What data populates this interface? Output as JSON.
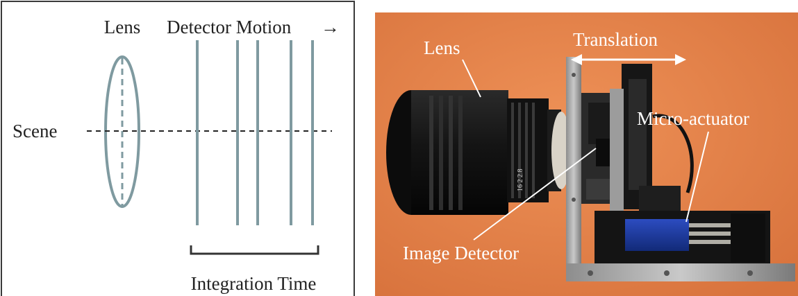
{
  "diagram": {
    "lens_label": "Lens",
    "motion_label": "Detector Motion",
    "motion_arrow": "→",
    "scene_label": "Scene",
    "integration_label": "Integration Time"
  },
  "photo": {
    "lens_label": "Lens",
    "translation_label": "Translation",
    "actuator_label": "Micro-actuator",
    "detector_label": "Image Detector",
    "lens_markings": "16 2 2.8",
    "colors": {
      "background": "#e8834a",
      "lens_body": "#141414",
      "actuator": "#1c3a9a",
      "plate": "#a9a9a9",
      "label_text": "#ffffff"
    }
  }
}
